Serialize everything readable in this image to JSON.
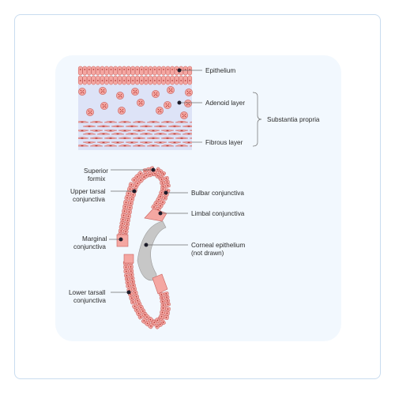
{
  "labels": {
    "epithelium": "Epithelium",
    "adenoid_layer": "Adenoid layer",
    "substantia_propria": "Substantia propria",
    "fibrous_layer": "Fibrous layer",
    "superior_formix": [
      "Superior",
      "formix"
    ],
    "upper_tarsal": [
      "Upper tarsal",
      "conjunctiva"
    ],
    "bulbar": "Bulbar conjunctiva",
    "limbal": "Limbal conjunctiva",
    "marginal": [
      "Marginal",
      "conjunctiva"
    ],
    "corneal": [
      "Corneal epithelium",
      "(not drawn)"
    ],
    "lower_tarsal": [
      "Lower tarsall",
      "conjunctiva"
    ]
  },
  "colors": {
    "cell_fill": "#f4a7a2",
    "cell_stroke": "#c9605c",
    "nucleus": "#b8403c",
    "layer_bg": "#dde3f7",
    "cornea": "#c7c7c7",
    "panel": "#f2f8fe",
    "frame_border": "#c9dcef"
  }
}
